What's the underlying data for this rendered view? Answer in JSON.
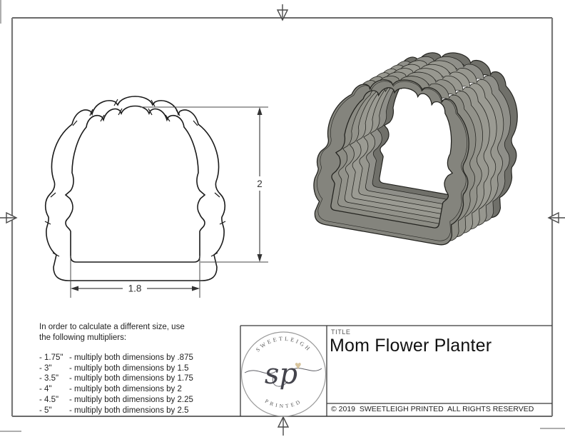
{
  "drawing_2d": {
    "height_label": "2",
    "width_label": "1.8"
  },
  "render_3d": {
    "body_light": "#9b9b93",
    "body_mid": "#84847d",
    "body_dark": "#70706a",
    "outline": "#23231f"
  },
  "note": {
    "intro_line1": "In order to calculate a different size, use",
    "intro_line2": "the following multipliers:",
    "rows": [
      {
        "size": "- 1.75\"",
        "rule": "- multiply both dimensions by .875"
      },
      {
        "size": "- 3\"",
        "rule": "- multiply both dimensions by 1.5"
      },
      {
        "size": "- 3.5\"",
        "rule": "- multiply both dimensions by 1.75"
      },
      {
        "size": "- 4\"",
        "rule": "- multiply both dimensions by 2"
      },
      {
        "size": "- 4.5\"",
        "rule": "- multiply both dimensions by 2.25"
      },
      {
        "size": "- 5\"",
        "rule": "- multiply both dimensions by 2.5"
      }
    ]
  },
  "title_block": {
    "title_label": "TITLE",
    "title": "Mom Flower Planter",
    "copyright": "© 2019  SWEETLEIGH PRINTED  ALL RIGHTS RESERVED",
    "logo": {
      "arc_top": "SWEETLEIGH",
      "arc_bottom": "PRINTED",
      "monogram": "sp",
      "heart": "♥",
      "heart_color": "#d9c59e"
    }
  }
}
